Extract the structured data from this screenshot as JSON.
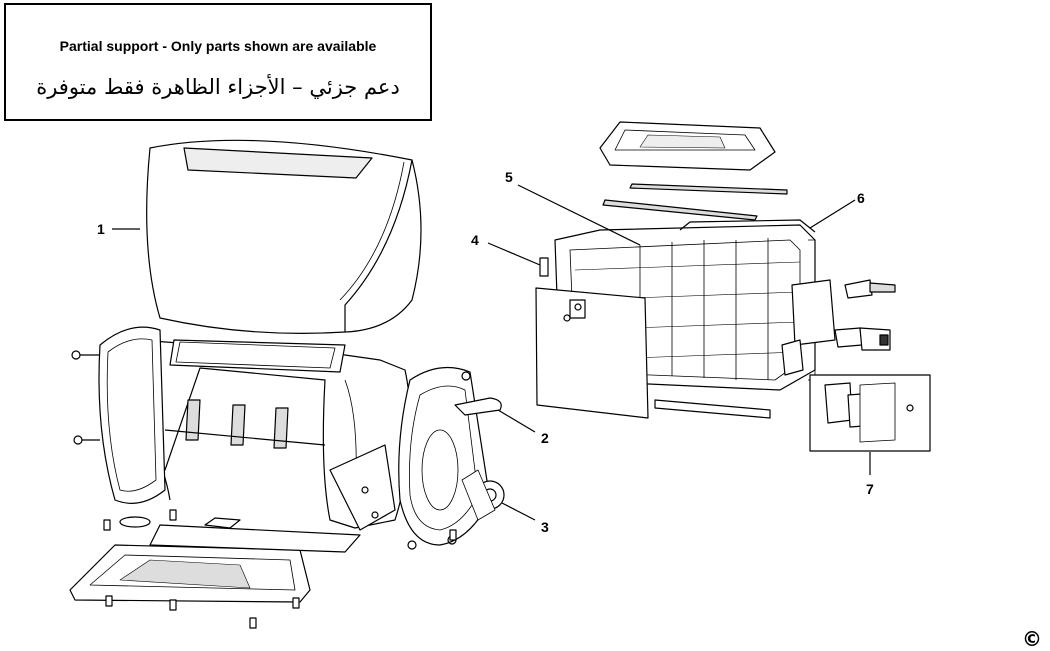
{
  "notice": {
    "english": "Partial support - Only parts shown are available",
    "arabic": "دعم جزئي – الأجزاء الظاهرة فقط متوفرة"
  },
  "callouts": [
    "1",
    "2",
    "3",
    "4",
    "5",
    "6",
    "7"
  ],
  "copyright": "©",
  "colors": {
    "line": "#000000",
    "fill": "#ffffff",
    "shade": "#d9d9d9"
  }
}
